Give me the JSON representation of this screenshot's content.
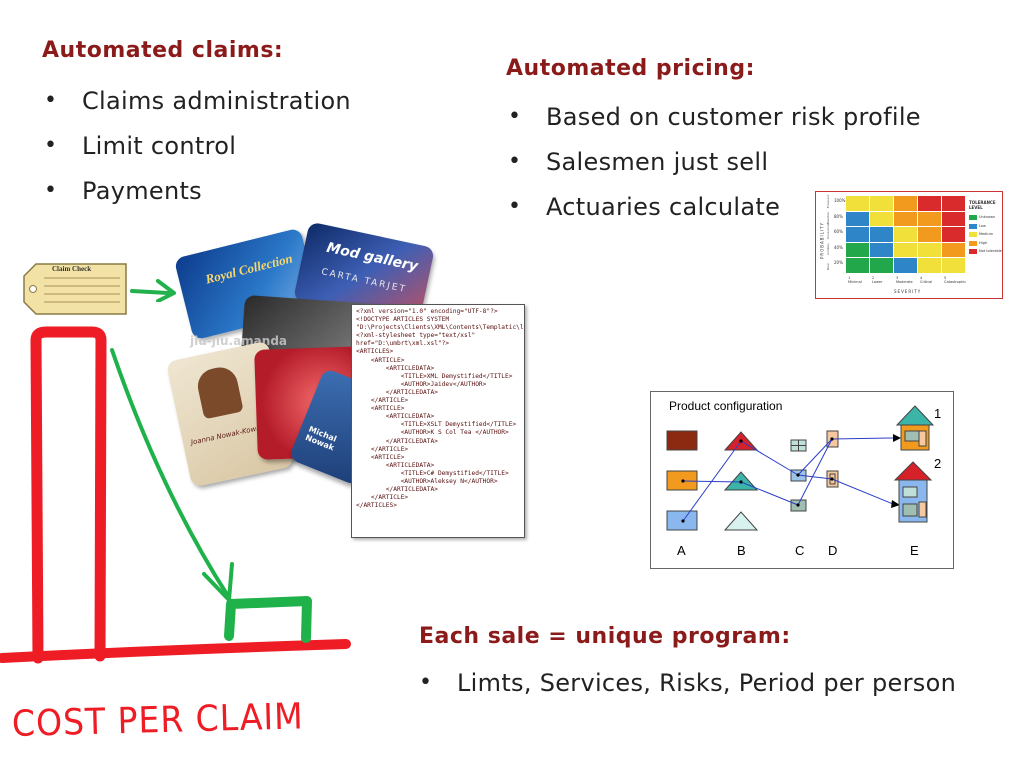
{
  "claims": {
    "heading": "Automated claims:",
    "items": [
      "Claims administration",
      "Limit control",
      "Payments"
    ]
  },
  "pricing": {
    "heading": "Automated pricing:",
    "items": [
      "Based on customer risk profile",
      "Salesmen just sell",
      "Actuaries calculate"
    ]
  },
  "sale": {
    "heading": "Each sale = unique program:",
    "items": [
      "Limts, Services, Risks, Period per person"
    ]
  },
  "claim_tag": {
    "label": "Claim Check"
  },
  "handwritten": {
    "text": "COST PER CLAIM"
  },
  "cards": {
    "card1": "Royal Collection",
    "card2": "Mod gallery",
    "card3": "CARTA TARJET",
    "card4_name": "Joanna Nowak-Kowalska",
    "card5_name": "Michal Nowak",
    "watermark": "jiu-jiu.amanda"
  },
  "xml_lines": [
    "<?xml version=\"1.0\" encoding=\"UTF-8\"?>",
    "<!DOCTYPE ARTICLES SYSTEM",
    "\"D:\\Projects\\Clients\\XML\\Contents\\Templatic\\list.dtd\">",
    "<?xml-stylesheet type=\"text/xsl\"",
    "href=\"D:\\umbrt\\xml.xsl\"?>",
    "<ARTICLES>",
    "    <ARTICLE>",
    "        <ARTICLEDATA>",
    "            <TITLE>XML Demystified</TITLE>",
    "            <AUTHOR>Jaidev</AUTHOR>",
    "        </ARTICLEDATA>",
    "    </ARTICLE>",
    "    <ARTICLE>",
    "        <ARTICLEDATA>",
    "            <TITLE>XSLT Demystified</TITLE>",
    "            <AUTHOR>K S Col Tea </AUTHOR>",
    "        </ARTICLEDATA>",
    "    </ARTICLE>",
    "    <ARTICLE>",
    "        <ARTICLEDATA>",
    "            <TITLE>C# Demystified</TITLE>",
    "            <AUTHOR>Aleksey N</AUTHOR>",
    "        </ARTICLEDATA>",
    "    </ARTICLE>",
    "</ARTICLES>"
  ],
  "heatmap": {
    "y_axis_label": "PROBABILITY",
    "x_axis_label": "SEVERITY",
    "y_ticks": [
      "100%",
      "80%",
      "60%",
      "40%",
      "20%"
    ],
    "y_words": [
      "Frequent",
      "Possible",
      "Occasional",
      "Unlikely",
      "Rare"
    ],
    "x_ticks": [
      "1\nMinimal",
      "2\nLower",
      "3\nModerate",
      "4\nCritical",
      "5\nCatastrophic"
    ],
    "legend_title": "TOLERANCE LEVEL",
    "legend": [
      {
        "label": "Unknown",
        "color": "#22a84a"
      },
      {
        "label": "Low",
        "color": "#2e86c8"
      },
      {
        "label": "Medium",
        "color": "#f2e03a"
      },
      {
        "label": "High",
        "color": "#f29a1e"
      },
      {
        "label": "Not tolerable",
        "color": "#d92b2b"
      }
    ],
    "grid": [
      [
        "#f2e03a",
        "#f2e03a",
        "#f29a1e",
        "#d92b2b",
        "#d92b2b"
      ],
      [
        "#2e86c8",
        "#f2e03a",
        "#f29a1e",
        "#f29a1e",
        "#d92b2b"
      ],
      [
        "#2e86c8",
        "#2e86c8",
        "#f2e03a",
        "#f29a1e",
        "#d92b2b"
      ],
      [
        "#22a84a",
        "#2e86c8",
        "#f2e03a",
        "#f2e03a",
        "#f29a1e"
      ],
      [
        "#22a84a",
        "#22a84a",
        "#2e86c8",
        "#f2e03a",
        "#f2e03a"
      ]
    ]
  },
  "product_config": {
    "title": "Product configuration",
    "columns": [
      "A",
      "B",
      "C",
      "D",
      "E"
    ],
    "house_numbers": [
      "1",
      "2"
    ]
  },
  "colors": {
    "heading": "#8b1a1a",
    "arrow_green": "#22b14c",
    "marker_red": "#ee1c24",
    "marker_green": "#1fb24a"
  }
}
